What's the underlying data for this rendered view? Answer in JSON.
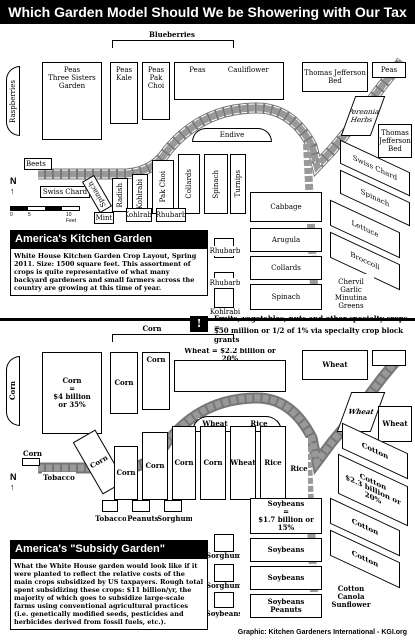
{
  "title": "Which Garden Model Should We be Showering with Our Tax Dollars?",
  "kitchen": {
    "caption": "America's Kitchen Garden",
    "note": "White House Kitchen Garden Crop Layout, Spring 2011. Size: 1500 square feet. This assortment of crops is quite representative of what many backyard gardeners and small farmers across the country are growing at this time of year.",
    "beds": {
      "blueberries": "Blueberries",
      "raspberries": "Raspberries",
      "three_sisters": "Peas\nThree Sisters Garden",
      "peas_kale": "Peas\nKale",
      "peas_pakchoi": "Peas\nPak Choi",
      "peas_cauliflower": "Peas          Cauliflower",
      "endive": "Endive",
      "tj_bed1": "Thomas Jefferson Bed",
      "peas_right": "Peas",
      "perennial": "Perennial Herbs",
      "tj_bed2": "Thomas Jefferson Bed",
      "beets": "Beets",
      "swiss_chard_left": "Swiss Chard",
      "spinach1": "Spinach",
      "radish": "Radish",
      "kohlrabi1": "Kohlrabi",
      "pak_choi": "Pak Choi",
      "collards1": "Collards",
      "spinach2": "Spinach",
      "turnips": "Turnips",
      "swiss_chard_right": "Swiss Chard",
      "spinach3": "Spinach",
      "lettuce": "Lettuce",
      "broccoli": "Broccoli",
      "mint": "Mint",
      "kohlrabi2": "Kohlrabi",
      "rhubarb1": "Rhubarb",
      "cabbage": "Cabbage",
      "arugula": "Arugula",
      "collards2": "Collards",
      "spinach4": "Spinach",
      "rhubarb2": "Rhubarb",
      "rhubarb3": "Rhubarb",
      "kohlrabi3": "Kohlrabi",
      "chervil": "Chervil\nGarlic\nMinutina\nGreens"
    },
    "scale": [
      "0",
      "5",
      "10 Feet"
    ]
  },
  "subsidy": {
    "caption": "America's \"Subsidy Garden\"",
    "note": "What the White House garden would look like if it were planted to reflect the relative costs of the main crops subsidized by US taxpayers. Rough total spent subsidizing these crops: $11 billion/yr, the majority of which goes to subsidize large-scale farms using conventional agricultural practices (i.e. genetically modified seeds, pesticides and herbicides derived from fossil fuels, etc.).",
    "legend_marker": "!",
    "legend_line1": "Fruits, vegetables, nuts and other specialty crops =",
    "legend_line2": "$50 million or 1/2 of 1% via specialty crop block grants",
    "beds": {
      "corn_top": "Corn",
      "corn_side": "Corn",
      "corn_big": "Corn\n=\n$4 billion\nor 35%",
      "corn_a": "Corn",
      "corn_b": "Corn",
      "wheat_label": "Wheat = $2.2 billion or 20%",
      "wheat_a": "Wheat",
      "wheat_b": "Wheat",
      "wheat_c": "Wheat",
      "wheat_d": "Wheat",
      "wheat_e": "Wheat",
      "rice_a": "Rice",
      "rice_b": "Rice",
      "rice_c": "Rice",
      "corn_c": "Corn",
      "corn_d": "Corn",
      "corn_e": "Corn",
      "corn_f": "Corn",
      "corn_g": "Corn",
      "corn_h": "Corn",
      "tobacco_path": "Tobacco",
      "tobacco": "Tobacco",
      "peanuts": "Peanuts",
      "sorghum": "Sorghum",
      "cotton_a": "Cotton",
      "cotton_b": "Cotton\n$2.3 billion or 20%",
      "cotton_c": "Cotton",
      "cotton_d": "Cotton",
      "soy_label": "Soybeans\n=\n$1.7 billion or 15%",
      "soybeans_a": "Soybeans",
      "soybeans_b": "Soybeans",
      "soybeans_c": "Soybeans\nPeanuts",
      "sorghum_a": "Sorghum",
      "sorghum_b": "Sorghum",
      "soybeans_small": "Soybeans",
      "ccs": "Cotton\nCanola\nSunflower"
    }
  },
  "credit": "Graphic: Kitchen Gardeners International - KGI.org"
}
